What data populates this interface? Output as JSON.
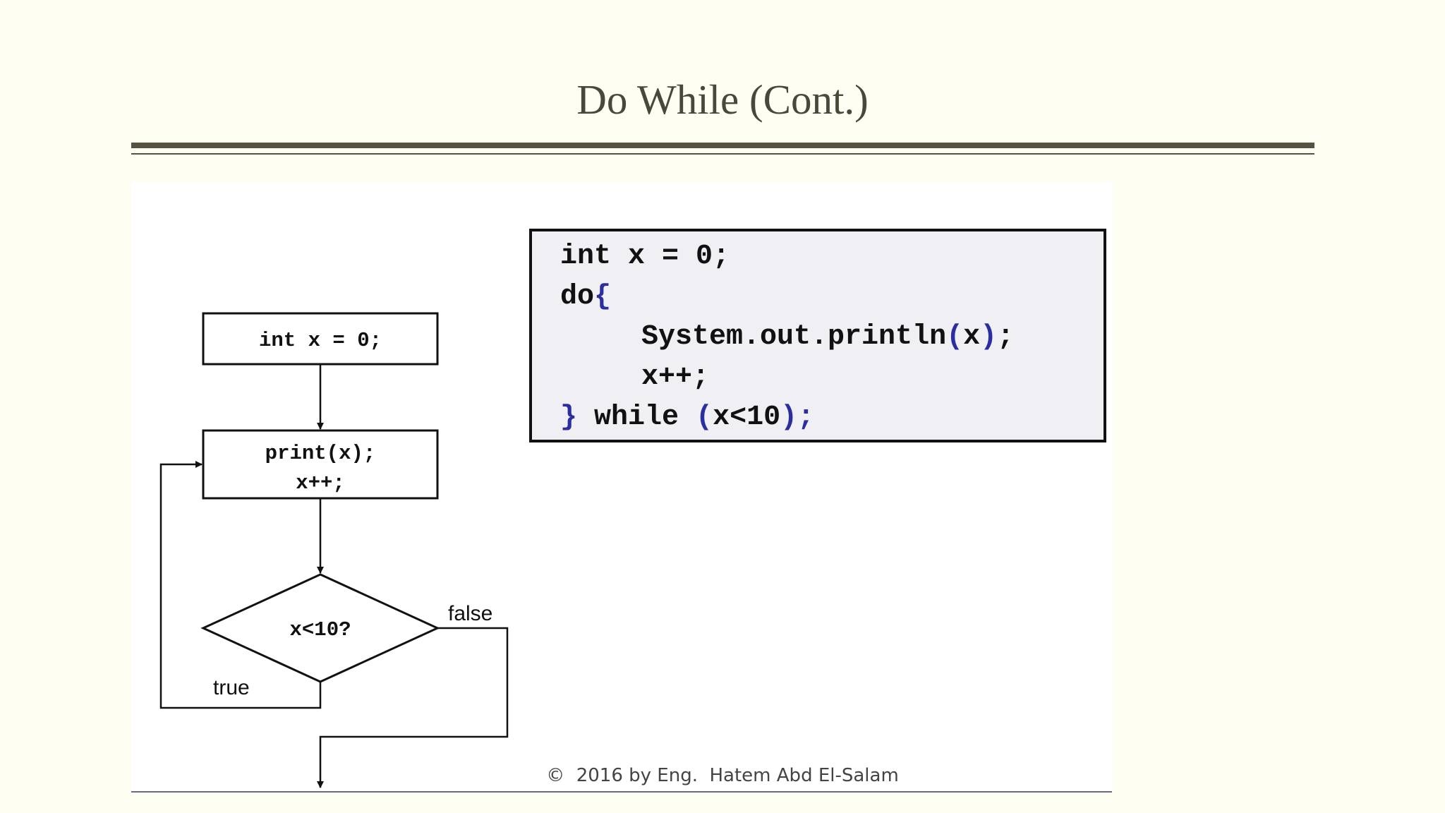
{
  "slide": {
    "title": "Do While (Cont.)",
    "footer": "©  2016 by Eng.  Hatem Abd El-Salam"
  },
  "flowchart": {
    "init_box": "int x = 0;",
    "body_line1": "print(x);",
    "body_line2": "x++;",
    "condition": "x<10?",
    "true_label": "true",
    "false_label": "false"
  },
  "code": {
    "line1": "int x = 0;",
    "line2_kw": "do",
    "line2_brace": "{",
    "line3_a": "System.out.println",
    "line3_open": "(",
    "line3_arg": "x",
    "line3_close": ")",
    "line3_semi": ";",
    "line4": "x++;",
    "line5_brace": "}",
    "line5_kw": " while ",
    "line5_open": "(",
    "line5_cond": "x<10",
    "line5_close": ")",
    "line5_semi": ";"
  },
  "colors": {
    "background": "#fefef3",
    "title": "#4a4838",
    "code_background": "#f0eff4",
    "code_accent": "#2c2ea0"
  }
}
